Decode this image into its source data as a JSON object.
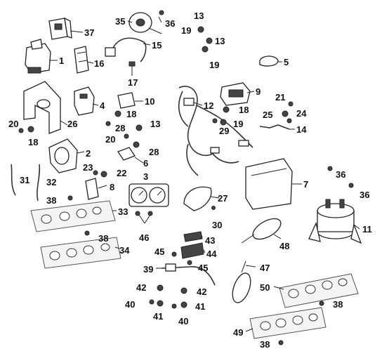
{
  "callouts": {
    "c1": "1",
    "c2": "2",
    "c3": "3",
    "c4": "4",
    "c5": "5",
    "c6": "6",
    "c7": "7",
    "c8": "8",
    "c9": "9",
    "c10": "10",
    "c11": "11",
    "c12": "12",
    "c13a": "13",
    "c13b": "13",
    "c13c": "13",
    "c14": "14",
    "c15": "15",
    "c16": "16",
    "c17": "17",
    "c18a": "18",
    "c18b": "18",
    "c18c": "18",
    "c19a": "19",
    "c19b": "19",
    "c19c": "19",
    "c20a": "20",
    "c20b": "20",
    "c21": "21",
    "c22": "22",
    "c23": "23",
    "c24": "24",
    "c25": "25",
    "c26": "26",
    "c27": "27",
    "c28a": "28",
    "c28b": "28",
    "c29": "29",
    "c30": "30",
    "c31": "31",
    "c32": "32",
    "c33": "33",
    "c34": "34",
    "c35": "35",
    "c36a": "36",
    "c36b": "36",
    "c36c": "36",
    "c37": "37",
    "c38a": "38",
    "c38b": "38",
    "c38c": "38",
    "c38d": "38",
    "c39": "39",
    "c40a": "40",
    "c40b": "40",
    "c41a": "41",
    "c41b": "41",
    "c42a": "42",
    "c42b": "42",
    "c43": "43",
    "c44": "44",
    "c45a": "45",
    "c45b": "45",
    "c46": "46",
    "c47": "47",
    "c48": "48",
    "c49": "49",
    "c50": "50"
  }
}
